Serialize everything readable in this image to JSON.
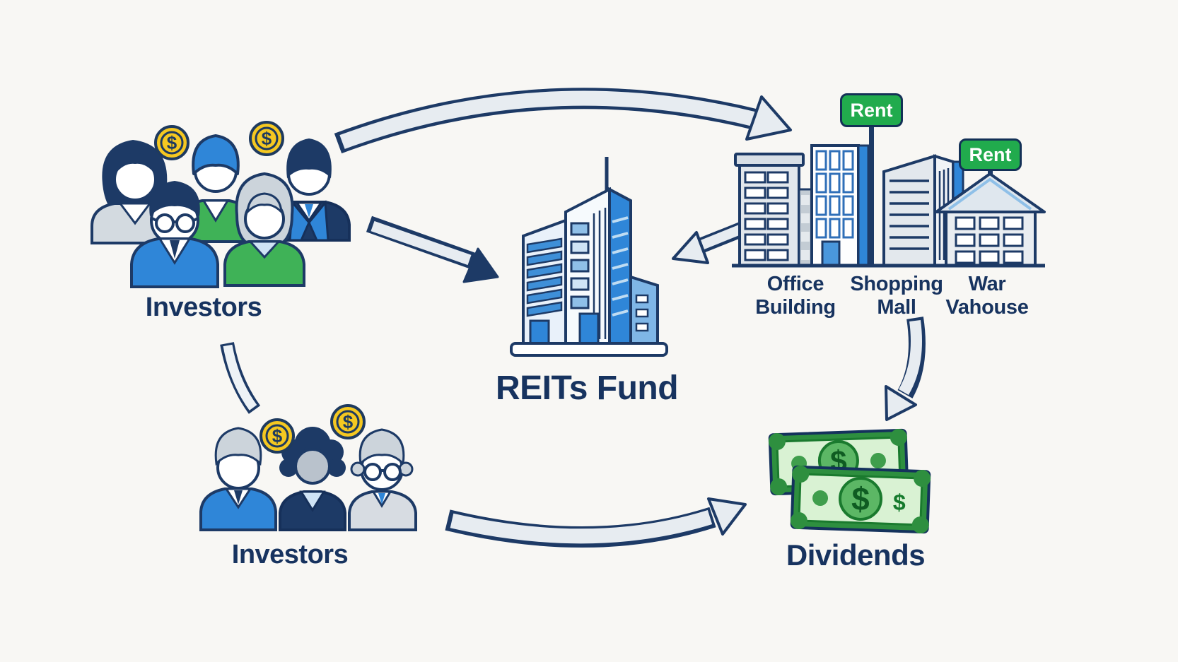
{
  "symbols": {
    "dollar": "$"
  },
  "colors": {
    "background": "#f8f7f4",
    "outline_navy": "#1d3a66",
    "label_text": "#17335f",
    "bright_blue": "#2f86d8",
    "pale_blue": "#cfe3f5",
    "light_gray": "#d3dae0",
    "suit_green": "#3fb257",
    "rent_sign_green": "#21ab4d",
    "rent_sign_text": "#ffffff",
    "coin_gold": "#f5c821",
    "bill_border_green": "#2e8f3f",
    "bill_fill_green": "#d9f2d3",
    "bill_emblem_green": "#5cb765",
    "arrow_fill": "#e7ecf1"
  },
  "nodes": {
    "investors_top": {
      "label": "Investors"
    },
    "reits_fund": {
      "label": "REITs Fund"
    },
    "office_building": {
      "label_line1": "Office",
      "label_line2": "Building",
      "rent_sign": "Rent"
    },
    "shopping_mall": {
      "label_line1": "Shopping",
      "label_line2": "Mall"
    },
    "warehouse": {
      "label_line1": "War",
      "label_line2": "Vahouse",
      "rent_sign": "Rent"
    },
    "dividends": {
      "label": "Dividends"
    },
    "investors_bottom": {
      "label": "Investors"
    }
  },
  "icons": {
    "investors_top": "five-investor-figures-with-dollar-coins",
    "investors_bottom": "three-investor-figures-with-dollar-coins",
    "reits_fund": "blue-skyscraper",
    "office_building": "gray-office-tower",
    "shopping_mall": "mall-building",
    "warehouse": "gabled-warehouse",
    "dividends": "two-dollar-banknotes",
    "coin": "gold-dollar-coin"
  },
  "flows": [
    {
      "from": "investors_top",
      "to": "properties",
      "style": "curved-arrow"
    },
    {
      "from": "investors_top",
      "to": "reits_fund",
      "style": "straight-arrow"
    },
    {
      "from": "properties",
      "to": "reits_fund",
      "style": "straight-arrow"
    },
    {
      "from": "investors_top",
      "to": "investors_bottom",
      "style": "curved-connector"
    },
    {
      "from": "properties",
      "to": "dividends",
      "style": "curved-arrow"
    },
    {
      "from": "investors_bottom",
      "to": "dividends",
      "style": "curved-arrow"
    }
  ]
}
